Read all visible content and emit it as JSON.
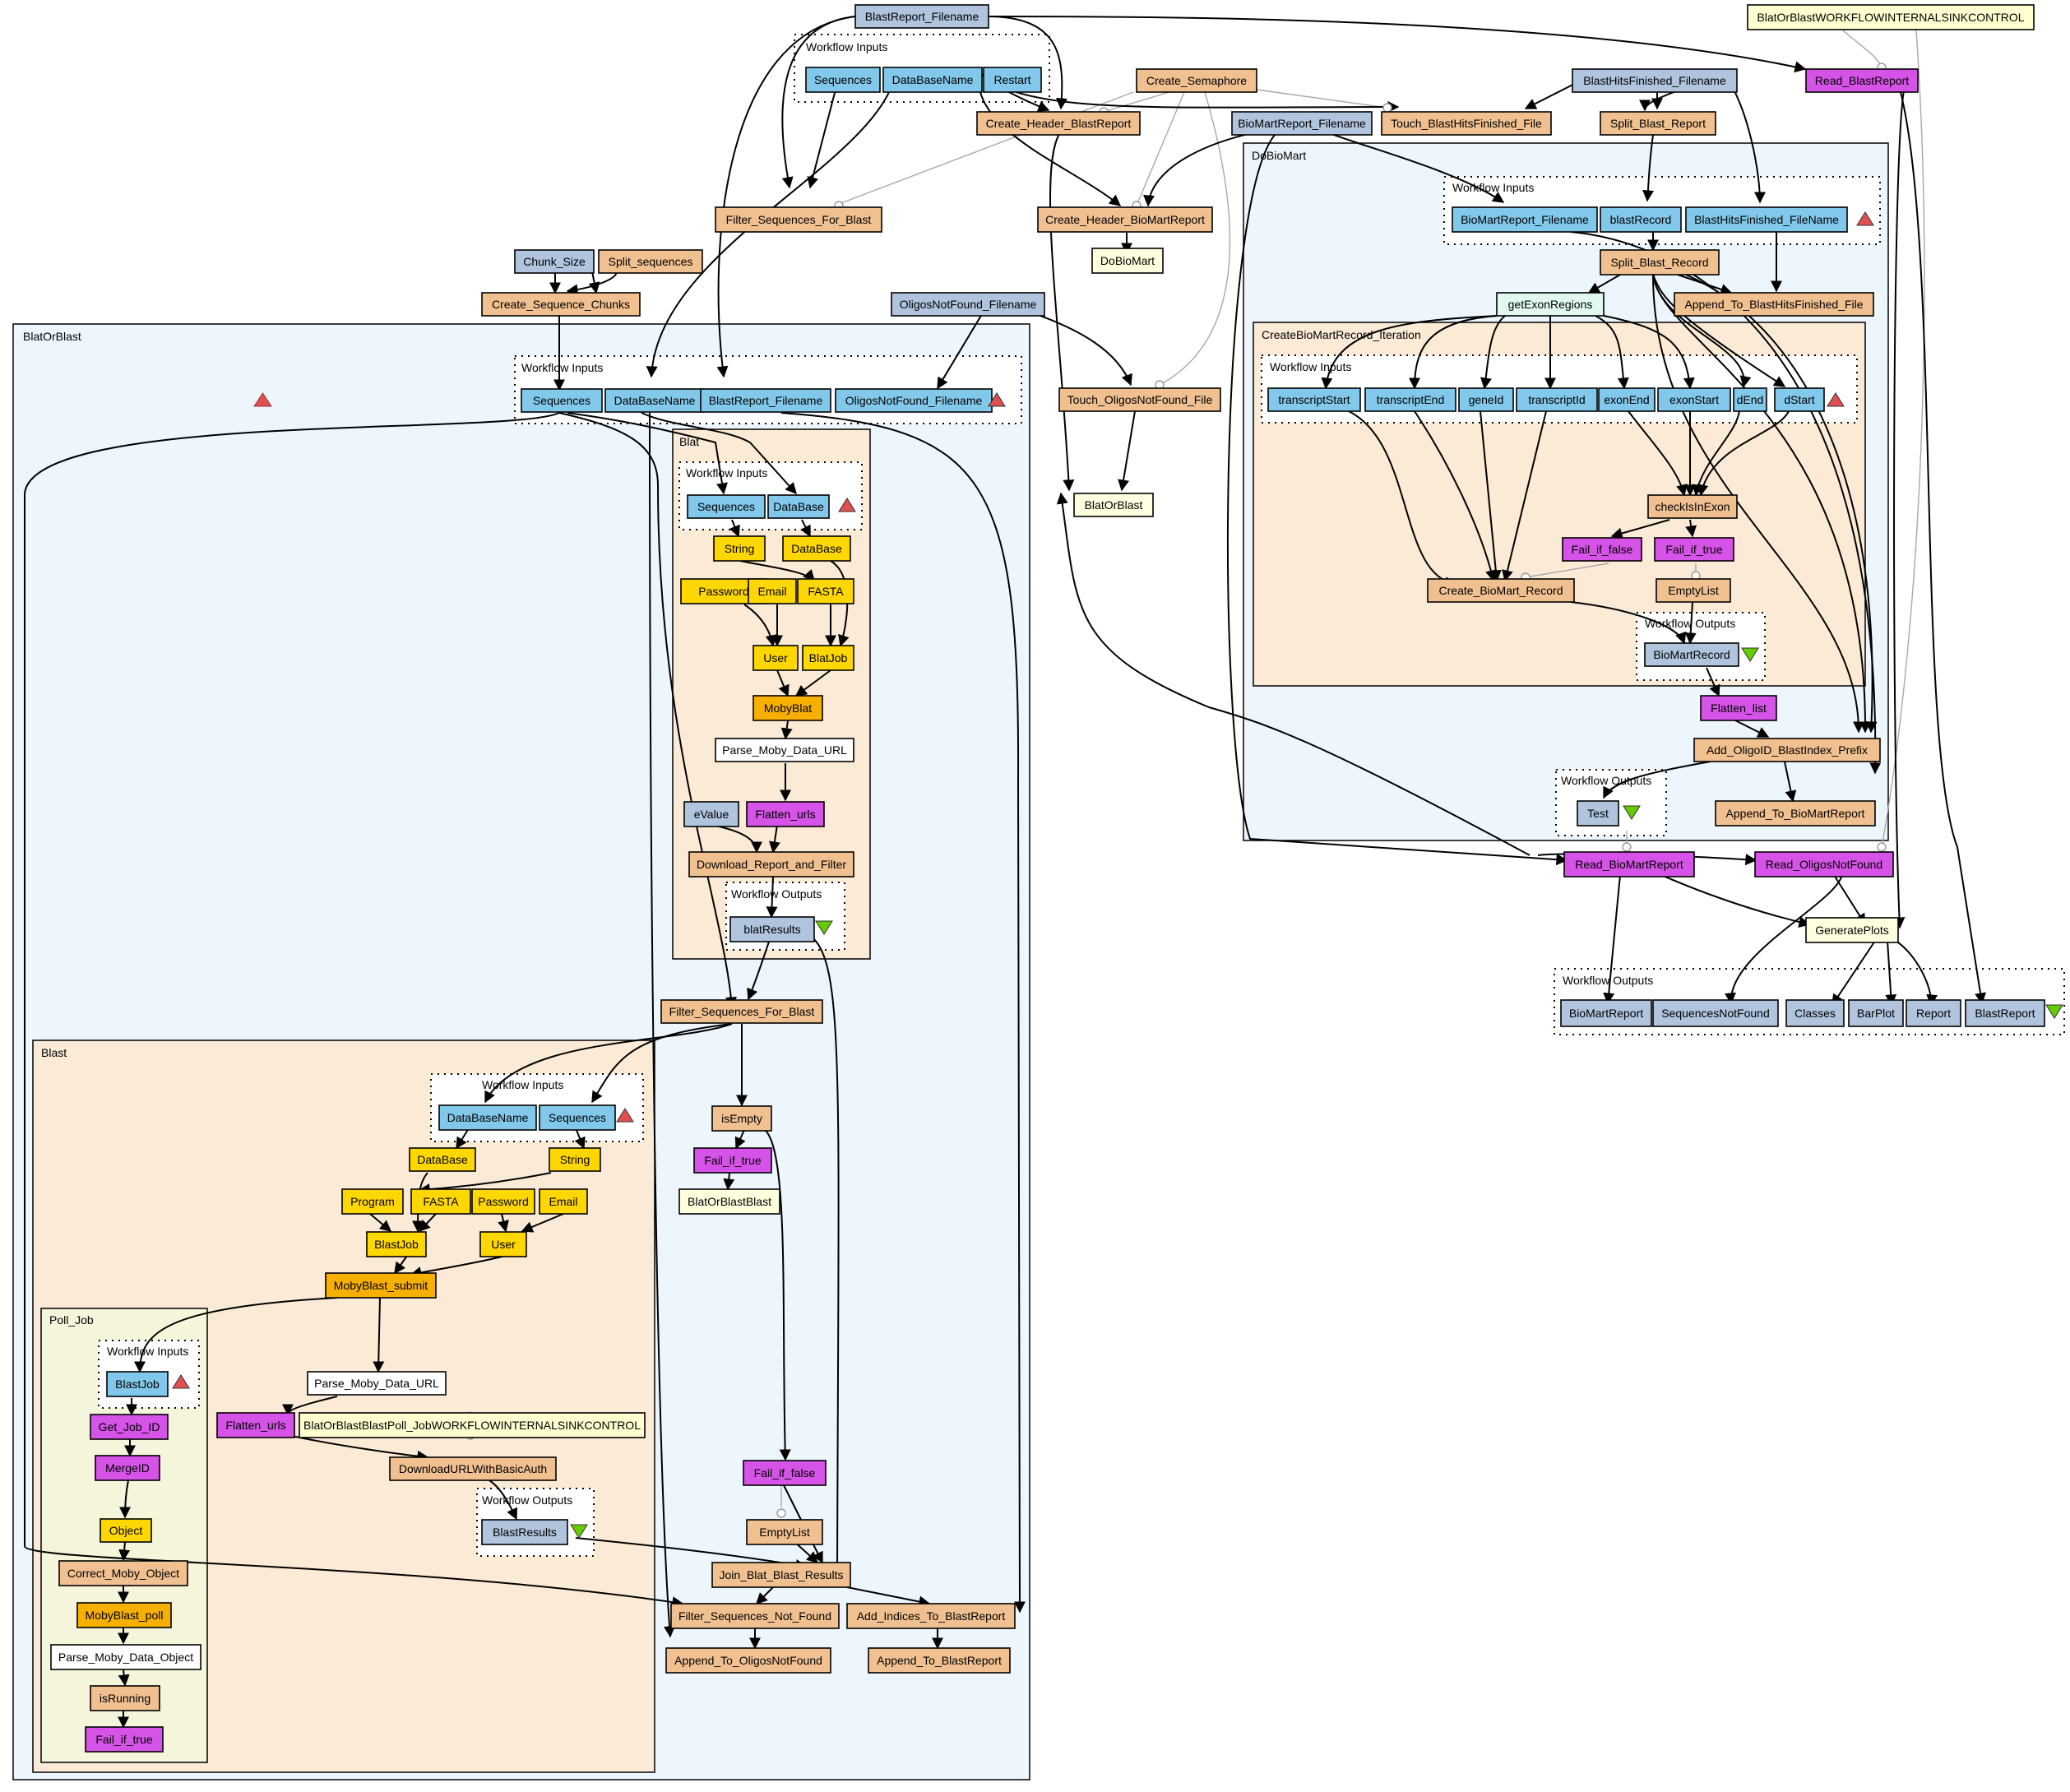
{
  "colors": {
    "input": "#82c8ea",
    "output": "#b0c4de",
    "beanshell": "#f0c090",
    "local": "#d553e6",
    "moby": "#f8b000",
    "mobydata": "#ffd700",
    "xpath": "#ffffff",
    "nested": "#ffffe0",
    "control": "#ffffd0",
    "cluster_outer": "#eef6fd",
    "cluster_inner": "#fbead6",
    "cluster_poll": "#f5f5dc",
    "exon": "#e0f8f0",
    "up_arrow": "#e05050",
    "down_arrow": "#66cc00"
  },
  "clusters": {
    "blatorblast": "BlatOrBlast",
    "blat": "Blat",
    "blast": "Blast",
    "poll_job": "Poll_Job",
    "dobiomart": "DoBioMart",
    "create_biomart_iteration": "CreateBioMartRecord_Iteration",
    "workflow_inputs": "Workflow Inputs",
    "workflow_outputs": "Workflow Outputs"
  },
  "nodes": {
    "blastreport_filename": "BlastReport_Filename",
    "control_sink": "BlatOrBlastWORKFLOWINTERNALSINKCONTROL",
    "sequences": "Sequences",
    "database_name": "DataBaseName",
    "restart": "Restart",
    "create_semaphore": "Create_Semaphore",
    "blasthitsfinished_filename": "BlastHitsFinished_Filename",
    "read_blastreport": "Read_BlastReport",
    "create_header_blastreport": "Create_Header_BlastReport",
    "biomartreport_filename": "BioMartReport_Filename",
    "touch_blasthitsfinished_file": "Touch_BlastHitsFinished_File",
    "split_blast_report": "Split_Blast_Report",
    "filter_sequences_for_blast": "Filter_Sequences_For_Blast",
    "create_header_biomartreport": "Create_Header_BioMartReport",
    "dobiomart": "DoBioMart",
    "chunk_size": "Chunk_Size",
    "split_sequences": "Split_sequences",
    "create_sequence_chunks": "Create_Sequence_Chunks",
    "oligosnotfound_filename": "OligosNotFound_Filename",
    "touch_oligosnotfound_file": "Touch_OligosNotFound_File",
    "blatorblast": "BlatOrBlast",
    "bob_sequences": "Sequences",
    "bob_database_name": "DataBaseName",
    "bob_blastreport_filename": "BlastReport_Filename",
    "bob_oligosnotfound_filename": "OligosNotFound_Filename",
    "blat_sequences": "Sequences",
    "blat_database": "DataBase",
    "blat_string": "String",
    "blat_database2": "DataBase",
    "blat_password": "Password",
    "blat_email": "Email",
    "blat_fasta": "FASTA",
    "blat_user": "User",
    "blat_blatjob": "BlatJob",
    "mobyblat": "MobyBlat",
    "parse_moby_data_url": "Parse_Moby_Data_URL",
    "evalue": "eValue",
    "flatten_urls": "Flatten_urls",
    "download_report_and_filter": "Download_Report_and_Filter",
    "blatresults": "blatResults",
    "bob_filter_sequences_for_blast": "Filter_Sequences_For_Blast",
    "isempty": "isEmpty",
    "fail_if_true": "Fail_if_true",
    "blatorblastblast": "BlatOrBlastBlast",
    "fail_if_false": "Fail_if_false",
    "emptylist": "EmptyList",
    "join_blat_blast_results": "Join_Blat_Blast_Results",
    "filter_sequences_not_found": "Filter_Sequences_Not_Found",
    "add_indices_to_blastreport": "Add_Indices_To_BlastReport",
    "append_to_oligosnotfound": "Append_To_OligosNotFound",
    "append_to_blastreport": "Append_To_BlastReport",
    "blast_database_name": "DataBaseName",
    "blast_sequences": "Sequences",
    "blast_database": "DataBase",
    "blast_string": "String",
    "blast_program": "Program",
    "blast_fasta": "FASTA",
    "blast_password": "Password",
    "blast_email": "Email",
    "blast_blastjob": "BlastJob",
    "blast_user": "User",
    "mobyblast_submit": "MobyBlast_submit",
    "blast_parse_moby_data_url": "Parse_Moby_Data_URL",
    "blast_flatten_urls": "Flatten_urls",
    "poll_control_sink": "BlatOrBlastBlastPoll_JobWORKFLOWINTERNALSINKCONTROL",
    "downloadurlwithbasicauth": "DownloadURLWithBasicAuth",
    "blastresults": "BlastResults",
    "poll_blastjob": "BlastJob",
    "get_job_id": "Get_Job_ID",
    "mergeid": "MergeID",
    "object": "Object",
    "correct_moby_object": "Correct_Moby_Object",
    "mobyblast_poll": "MobyBlast_poll",
    "parse_moby_data_object": "Parse_Moby_Data_Object",
    "isrunning": "isRunning",
    "poll_fail_if_true": "Fail_if_true",
    "dbm_biomartreport_filename": "BioMartReport_Filename",
    "dbm_blastrecord": "blastRecord",
    "dbm_blasthitsfinished_filename": "BlastHitsFinished_FileName",
    "split_blast_record": "Split_Blast_Record",
    "getexonregions": "getExonRegions",
    "append_to_blasthitsfinished_file": "Append_To_BlastHitsFinished_File",
    "transcriptstart": "transcriptStart",
    "transcriptend": "transcriptEnd",
    "geneid": "geneId",
    "transcriptid": "transcriptId",
    "exonend": "exonEnd",
    "exonstart": "exonStart",
    "dend": "dEnd",
    "dstart": "dStart",
    "checkisinexon": "checkIsInExon",
    "iter_fail_if_false": "Fail_if_false",
    "iter_fail_if_true": "Fail_if_true",
    "create_biomart_record": "Create_BioMart_Record",
    "iter_emptylist": "EmptyList",
    "biomartrecord": "BioMartRecord",
    "flatten_list": "Flatten_list",
    "add_oligoid_blastindex_prefix": "Add_OligoID_BlastIndex_Prefix",
    "test": "Test",
    "append_to_biomartreport": "Append_To_BioMartReport",
    "read_biomartreport": "Read_BioMartReport",
    "read_oligosnotfound": "Read_OligosNotFound",
    "generateplots": "GeneratePlots",
    "out_biomartreport": "BioMartReport",
    "out_sequencesnotfound": "SequencesNotFound",
    "out_classes": "Classes",
    "out_barplot": "BarPlot",
    "out_report": "Report",
    "out_blastreport": "BlastReport"
  }
}
